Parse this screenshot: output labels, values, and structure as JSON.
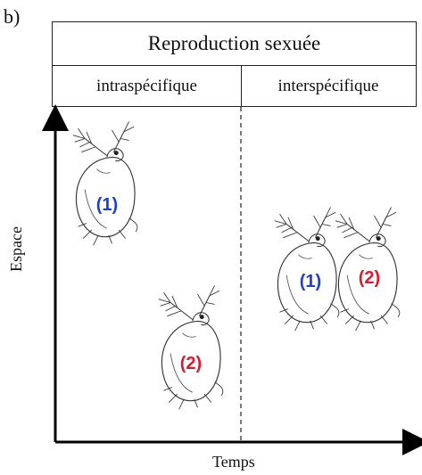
{
  "panel_label": "b)",
  "header": {
    "title": "Reproduction sexuée",
    "left_column": "intraspécifique",
    "right_column": "interspécifique"
  },
  "axes": {
    "x_label": "Temps",
    "y_label": "Espace"
  },
  "organisms": [
    {
      "label": "(1)",
      "color": "#1f3fd4"
    },
    {
      "label": "(2)",
      "color": "#e01a2a"
    },
    {
      "label": "(1)",
      "color": "#1f3fd4"
    },
    {
      "label": "(2)",
      "color": "#e01a2a"
    }
  ]
}
